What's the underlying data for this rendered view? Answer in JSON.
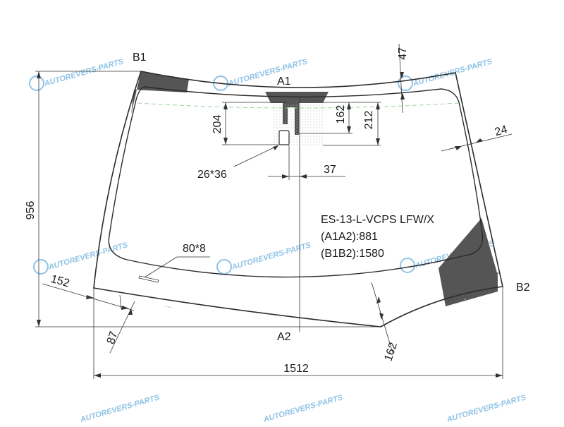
{
  "watermark": {
    "text": "AUTOREVERS-PARTS",
    "icon": "ar-logo-icon",
    "color": "#8fc3e6"
  },
  "points": {
    "a1": "A1",
    "a2": "A2",
    "b1": "B1",
    "b2": "B2"
  },
  "dimensions": {
    "d956": "956",
    "d1512": "1512",
    "d47": "47",
    "d24": "24",
    "d204": "204",
    "d162_top": "162",
    "d212": "212",
    "d26x36": "26*36",
    "d37": "37",
    "d80x8": "80*8",
    "d152": "152",
    "d87": "87",
    "d162_bottom": "162"
  },
  "spec": {
    "code": "ES-13-L-VCPS LFW/X",
    "a1a2": "(A1A2):881",
    "b1b2": "(B1B2):1580"
  },
  "colors": {
    "outline": "#2b2b2b",
    "ceramic": "#555555",
    "leader": "#333333",
    "sensor_dots": "#bbbbbb",
    "axis_dash": "#9fd39f"
  }
}
